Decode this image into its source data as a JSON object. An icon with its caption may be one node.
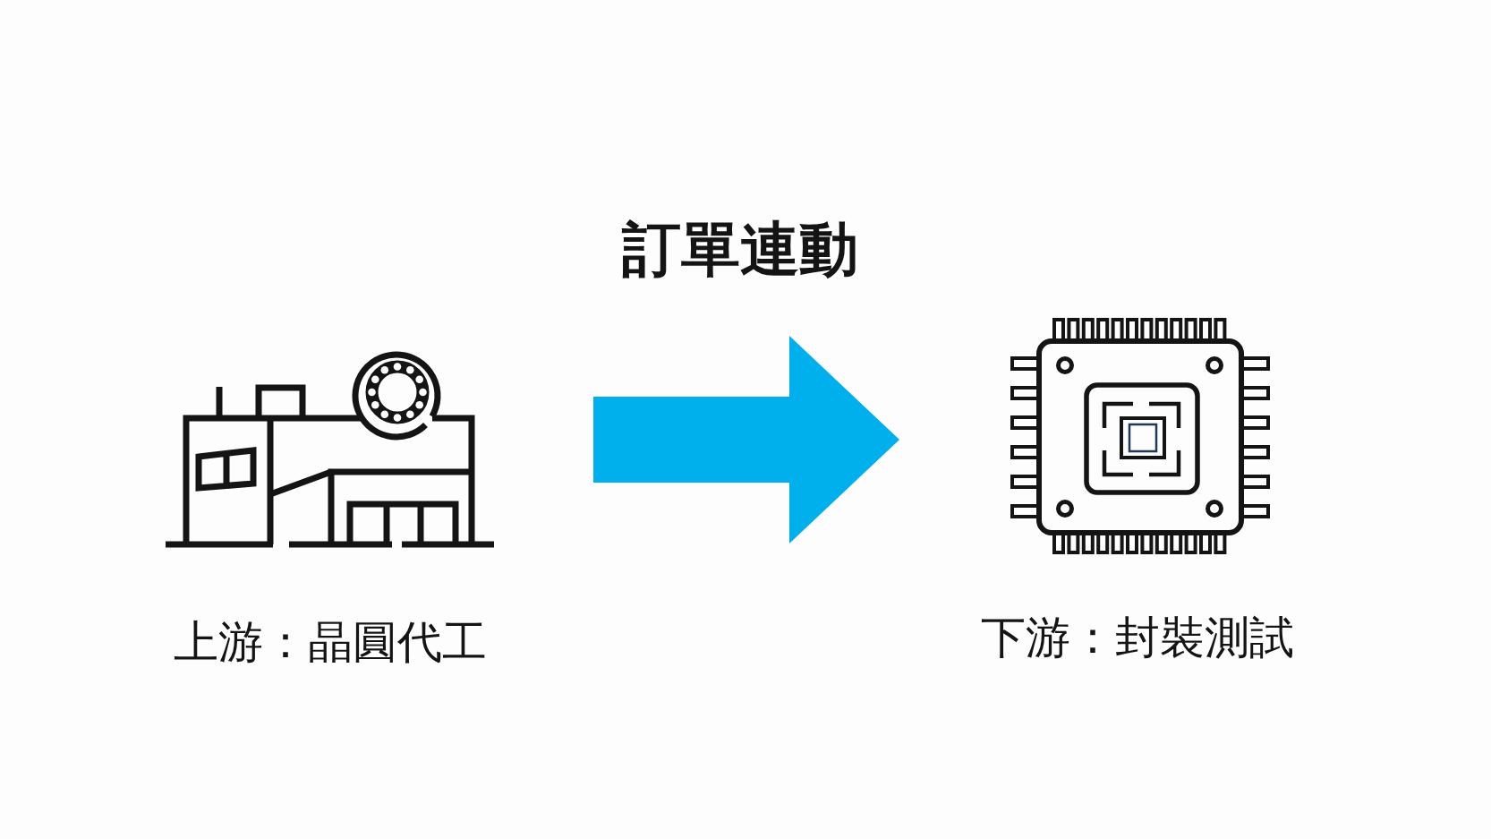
{
  "diagram": {
    "nodes": [
      {
        "text": [],
        "shape": "picture",
        "beside": [
          "上游：晶圓代工"
        ]
      },
      {
        "text": [],
        "shape": "picture",
        "beside": [
          "下游：封裝測試"
        ]
      }
    ],
    "edges": [
      {
        "from": 0,
        "to": 1,
        "arrow": "to",
        "label": "訂單連動",
        "style": "thick",
        "color": "#00b0ec"
      }
    ]
  }
}
